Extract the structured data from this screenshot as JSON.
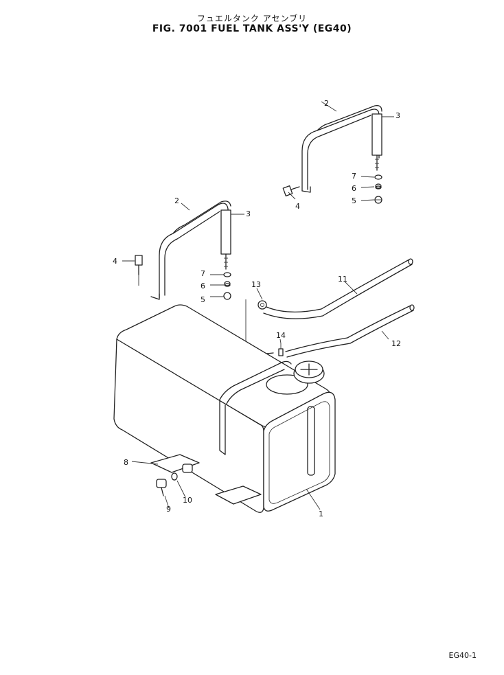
{
  "header": {
    "title_jp": "フュエルタンク アセンブリ",
    "title_en": "FIG. 7001  FUEL TANK ASS'Y (EG40)"
  },
  "footer": {
    "page_code": "EG40-1"
  },
  "callouts": [
    {
      "id": "c1",
      "label": "1"
    },
    {
      "id": "c2a",
      "label": "2"
    },
    {
      "id": "c2b",
      "label": "2"
    },
    {
      "id": "c3a",
      "label": "3"
    },
    {
      "id": "c3b",
      "label": "3"
    },
    {
      "id": "c4a",
      "label": "4"
    },
    {
      "id": "c4b",
      "label": "4"
    },
    {
      "id": "c5a",
      "label": "5"
    },
    {
      "id": "c5b",
      "label": "5"
    },
    {
      "id": "c6a",
      "label": "6"
    },
    {
      "id": "c6b",
      "label": "6"
    },
    {
      "id": "c7a",
      "label": "7"
    },
    {
      "id": "c7b",
      "label": "7"
    },
    {
      "id": "c8",
      "label": "8"
    },
    {
      "id": "c9",
      "label": "9"
    },
    {
      "id": "c10",
      "label": "10"
    },
    {
      "id": "c11",
      "label": "11"
    },
    {
      "id": "c12",
      "label": "12"
    },
    {
      "id": "c13",
      "label": "13"
    },
    {
      "id": "c14",
      "label": "14"
    }
  ]
}
